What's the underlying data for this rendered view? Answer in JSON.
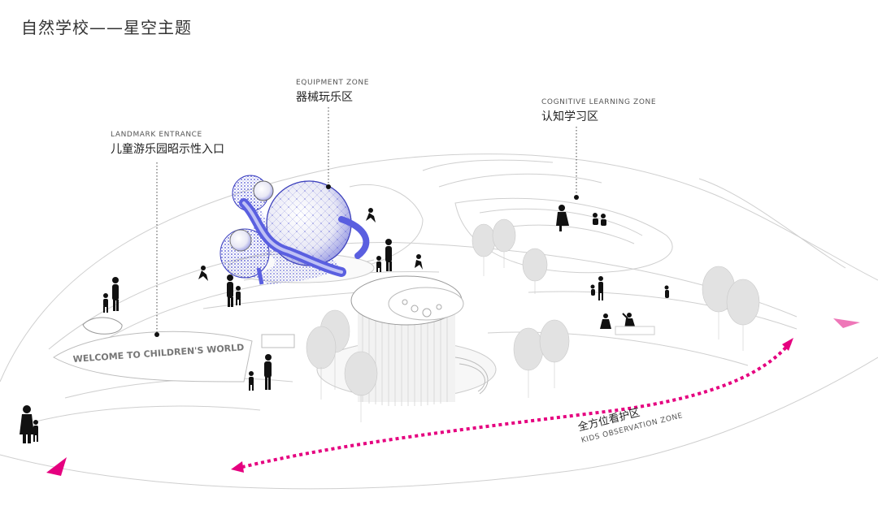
{
  "title": "自然学校——星空主题",
  "zones": {
    "landmark": {
      "en": "LANDMARK ENTRANCE",
      "cn": "儿童游乐园昭示性入口"
    },
    "equipment": {
      "en": "EQUIPMENT ZONE",
      "cn": "器械玩乐区"
    },
    "cognitive": {
      "en": "COGNITIVE LEARNING ZONE",
      "cn": "认知学习区"
    },
    "observation": {
      "en": "KIDS OBSERVATION ZONE",
      "cn": "全方位看护区"
    }
  },
  "signage": {
    "welcome": "WELCOME TO CHILDREN'S WORLD"
  },
  "colors": {
    "accent": "#e5007f",
    "sphere": "#4b4fd1",
    "slide": "#5a5fe0",
    "tree": "#e2e2e2",
    "line": "#c8c8c8",
    "figure": "#111111"
  }
}
